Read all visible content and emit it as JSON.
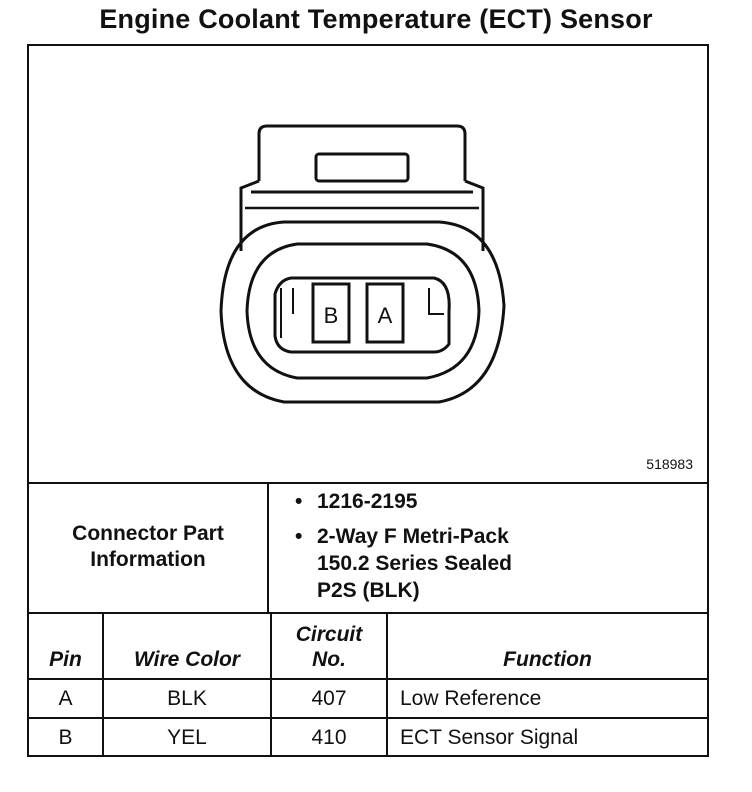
{
  "title": "Engine Coolant Temperature (ECT) Sensor",
  "figure": {
    "id": "518983",
    "cavity_labels": [
      "B",
      "A"
    ]
  },
  "connector": {
    "label": [
      "Connector Part",
      "Information"
    ],
    "items": [
      [
        "1216-2195"
      ],
      [
        "2-Way F Metri-Pack",
        "150.2 Series Sealed",
        "P2S (BLK)"
      ]
    ],
    "bullet": "•"
  },
  "pin_table": {
    "headers": {
      "pin": "Pin",
      "wire_color": "Wire Color",
      "circuit": [
        "Circuit",
        "No."
      ],
      "function": "Function"
    },
    "rows": [
      {
        "pin": "A",
        "wire_color": "BLK",
        "circuit": "407",
        "function": "Low Reference"
      },
      {
        "pin": "B",
        "wire_color": "YEL",
        "circuit": "410",
        "function": "ECT Sensor Signal"
      }
    ]
  }
}
